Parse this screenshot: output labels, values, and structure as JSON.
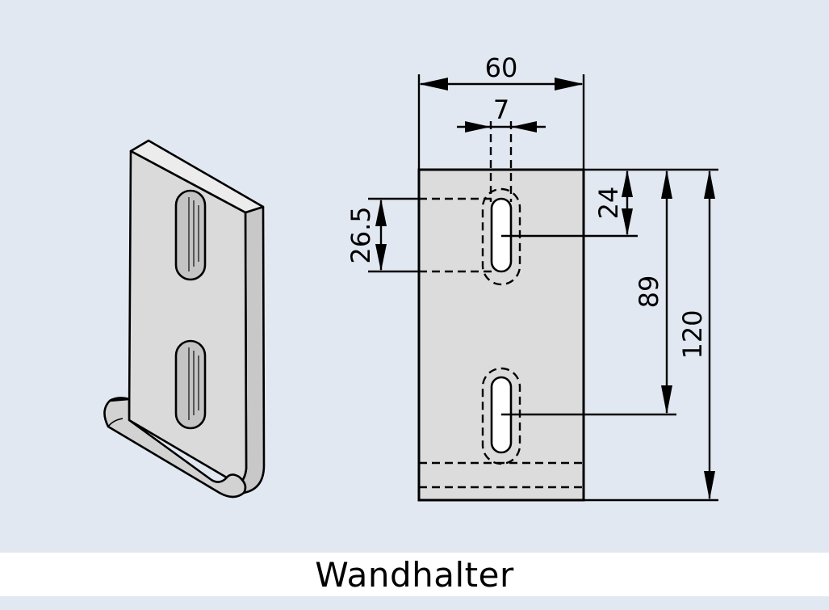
{
  "caption": "Wandhalter",
  "dimensions": {
    "width": "60",
    "slot_width": "7",
    "slot_length": "26.5",
    "slot_top_offset": "24",
    "hole_spacing": "89",
    "height": "120"
  },
  "colors": {
    "background": "#e2e8f1",
    "part_fill": "#dcdcdc",
    "line": "#000000",
    "caption_band": "#ffffff"
  }
}
